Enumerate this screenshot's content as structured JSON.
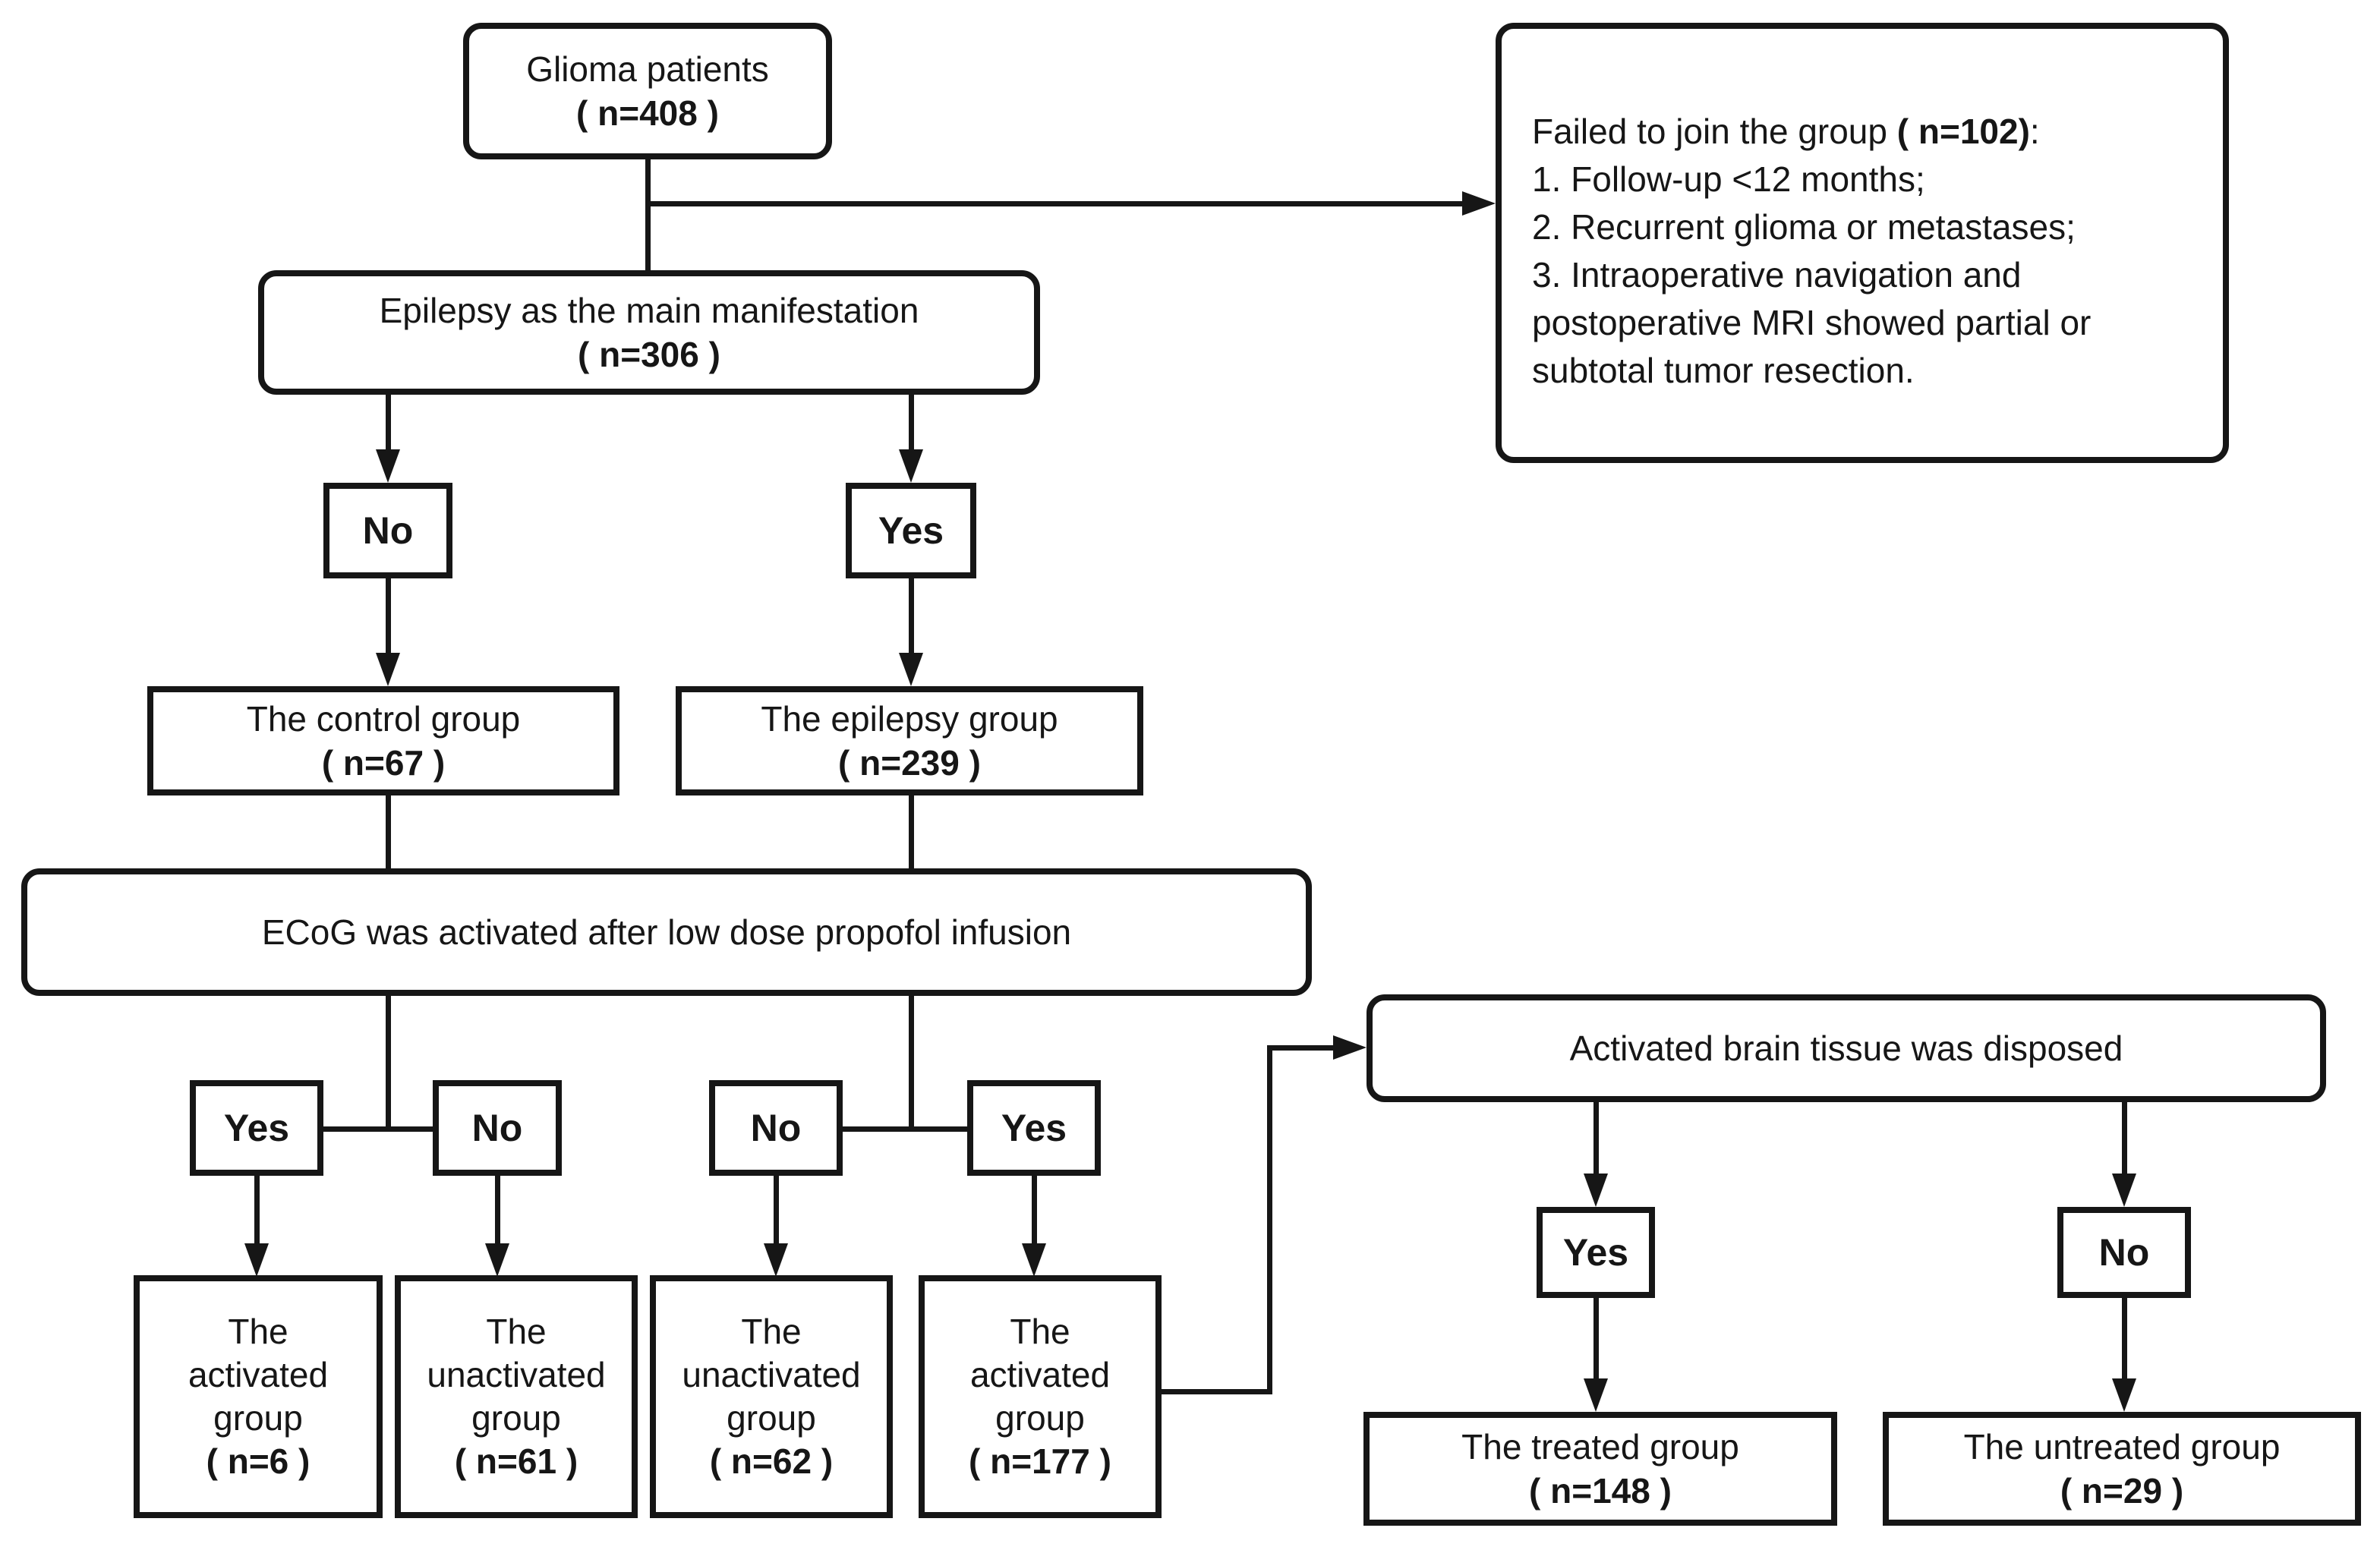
{
  "figure": {
    "type": "flowchart",
    "title": "Glioma patient enrollment and grouping flow diagram",
    "colors": {
      "ink": "#161616",
      "background": "#ffffff"
    },
    "nodes": {
      "glioma": {
        "label": "Glioma patients",
        "n": "( n=408 )"
      },
      "excluded": {
        "title_prefix": "Failed to join the group ",
        "title_n": "( n=102)",
        "title_suffix": ":",
        "items": [
          "1. Follow-up <12 months;",
          "2. Recurrent glioma or metastases;",
          "3. Intraoperative navigation and postoperative MRI showed partial or subtotal tumor resection."
        ]
      },
      "manifestation": {
        "label": "Epilepsy as the main manifestation",
        "n": "( n=306 )"
      },
      "decision_manifest_no": "No",
      "decision_manifest_yes": "Yes",
      "control_group": {
        "label": "The control group",
        "n": "( n=67 )"
      },
      "epilepsy_group": {
        "label": "The epilepsy group",
        "n": "( n=239 )"
      },
      "ecog": {
        "label": "ECoG was activated after low dose propofol infusion"
      },
      "decision_control_yes": "Yes",
      "decision_control_no": "No",
      "decision_epilepsy_no": "No",
      "decision_epilepsy_yes": "Yes",
      "activated_6": {
        "lines": [
          "The",
          "activated",
          "group"
        ],
        "n": "( n=6 )"
      },
      "unactivated_61": {
        "lines": [
          "The",
          "unactivated",
          "group"
        ],
        "n": "( n=61 )"
      },
      "unactivated_62": {
        "lines": [
          "The",
          "unactivated",
          "group"
        ],
        "n": "( n=62 )"
      },
      "activated_177": {
        "lines": [
          "The",
          "activated",
          "group"
        ],
        "n": "( n=177 )"
      },
      "disposed": {
        "label": "Activated brain tissue was disposed"
      },
      "decision_disposed_yes": "Yes",
      "decision_disposed_no": "No",
      "treated_group": {
        "label": "The treated group",
        "n": "( n=148 )"
      },
      "untreated_group": {
        "label": "The untreated group",
        "n": "( n=29 )"
      }
    }
  }
}
